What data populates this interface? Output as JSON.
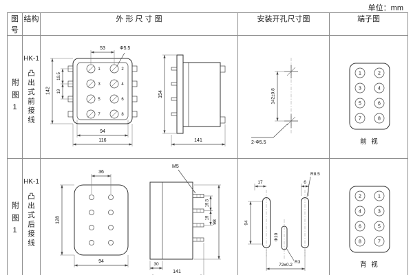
{
  "unit_label": "单位：mm",
  "headers": {
    "fig_no": "图号",
    "structure": "结构",
    "outline": "外 形 尺 寸 图",
    "mounting": "安装开孔尺寸图",
    "terminal": "端子图"
  },
  "rows": [
    {
      "fig_no": "附图1",
      "model": "HK-1",
      "structure": "凸出式前接线",
      "outline": {
        "w53": "53",
        "hole": "Φ5.5",
        "h142": "142",
        "p195": "19.5",
        "p19": "19",
        "w94": "94",
        "w116": "116",
        "side_h": "154",
        "side_w": "141",
        "nums": [
          "1",
          "2",
          "3",
          "4",
          "5",
          "6",
          "7",
          "8"
        ]
      },
      "mounting": {
        "pitch": "142±0.8",
        "holes": "2-Φ5.5"
      },
      "terminal": {
        "view": "前 视",
        "pairs": [
          [
            "1",
            "2"
          ],
          [
            "3",
            "4"
          ],
          [
            "5",
            "6"
          ],
          [
            "7",
            "8"
          ]
        ]
      }
    },
    {
      "fig_no": "附图1",
      "model": "HK-1",
      "structure": "凸出式后接线",
      "outline": {
        "w36": "36",
        "screw": "M5",
        "h128": "128",
        "h98": "98",
        "p195": "19.5",
        "p19": "19",
        "w94": "94",
        "w30": "30",
        "side_w": "141"
      },
      "mounting": {
        "d17": "17",
        "d6": "6",
        "r85": "R8.5",
        "h94": "94",
        "slot": "Φ10",
        "r3": "R3",
        "w72": "72±0.2"
      },
      "terminal": {
        "view": "背 视",
        "pairs": [
          [
            "2",
            "1"
          ],
          [
            "4",
            "3"
          ],
          [
            "6",
            "5"
          ],
          [
            "8",
            "7"
          ]
        ]
      }
    }
  ]
}
